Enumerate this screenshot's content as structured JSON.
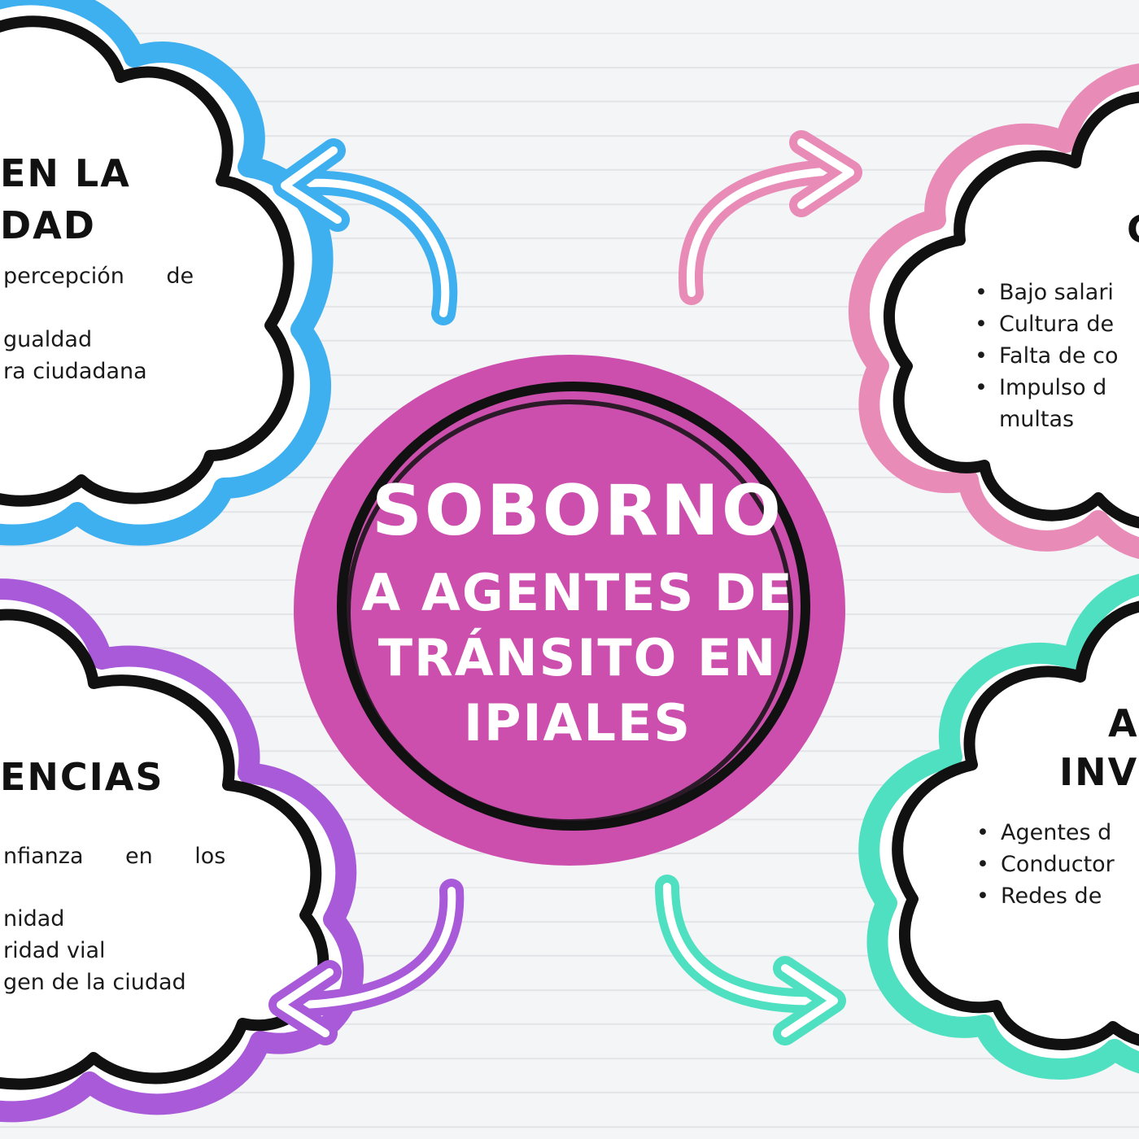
{
  "center": {
    "line1": "SOBORNO",
    "line2": "A AGENTES DE",
    "line3": "TRÁNSITO EN",
    "line4": "IPIALES"
  },
  "clouds": {
    "top_left": {
      "title_line1": "EN LA",
      "title_line2": "DAD",
      "text_lines": [
        "percepción      de",
        "",
        "gualdad",
        "ra ciudadana"
      ]
    },
    "top_right": {
      "title": "C",
      "items": [
        "Bajo salari",
        "Cultura de",
        "Falta de co",
        "Impulso     d",
        "multas"
      ]
    },
    "bottom_left": {
      "title": "ENCIAS",
      "text_lines": [
        "nfianza      en      los",
        "",
        "nidad",
        "ridad vial",
        "gen de la ciudad"
      ]
    },
    "bottom_right": {
      "title_line1": "AC",
      "title_line2": "INVO",
      "items": [
        "Agentes d",
        "Conductor",
        "Redes de"
      ]
    }
  },
  "colors": {
    "center_fill": "#cc4fae",
    "blue": "#3fb0ef",
    "pink": "#e98bb7",
    "purple": "#a85ad8",
    "teal": "#4ee0c0",
    "outline": "#111111"
  }
}
